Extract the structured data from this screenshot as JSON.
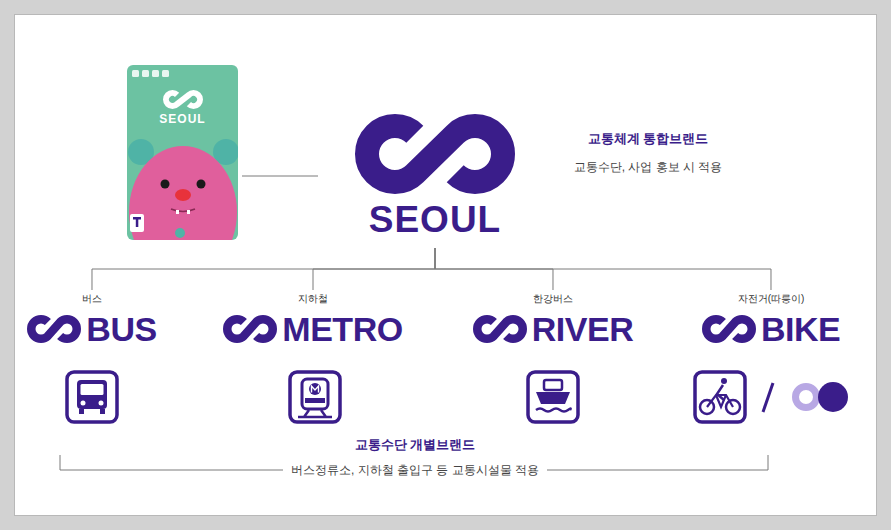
{
  "diagram": {
    "nodes": [
      {
        "text": [
          "SEOUL"
        ]
      },
      {
        "text": [
          "SEOUL"
        ]
      },
      {
        "text": [
          "버스",
          "BUS"
        ]
      },
      {
        "text": [
          "지하철",
          "METRO"
        ]
      },
      {
        "text": [
          "한강버스",
          "RIVER"
        ]
      },
      {
        "text": [
          "자전거(따릉이)",
          "BIKE"
        ]
      }
    ],
    "edges": [
      {
        "from": 0,
        "to": 1,
        "arrow": "none"
      },
      {
        "from": 1,
        "to": 2,
        "arrow": "none"
      },
      {
        "from": 1,
        "to": 3,
        "arrow": "none"
      },
      {
        "from": 1,
        "to": 4,
        "arrow": "none"
      },
      {
        "from": 1,
        "to": 5,
        "arrow": "none"
      }
    ],
    "labels": [
      "교통체계 통합브랜드",
      "교통수단, 사업 홍보 시 적용",
      "교통수단 개별브랜드",
      "버스정류소, 지하철 출입구 등 교통시설물 적용"
    ]
  }
}
